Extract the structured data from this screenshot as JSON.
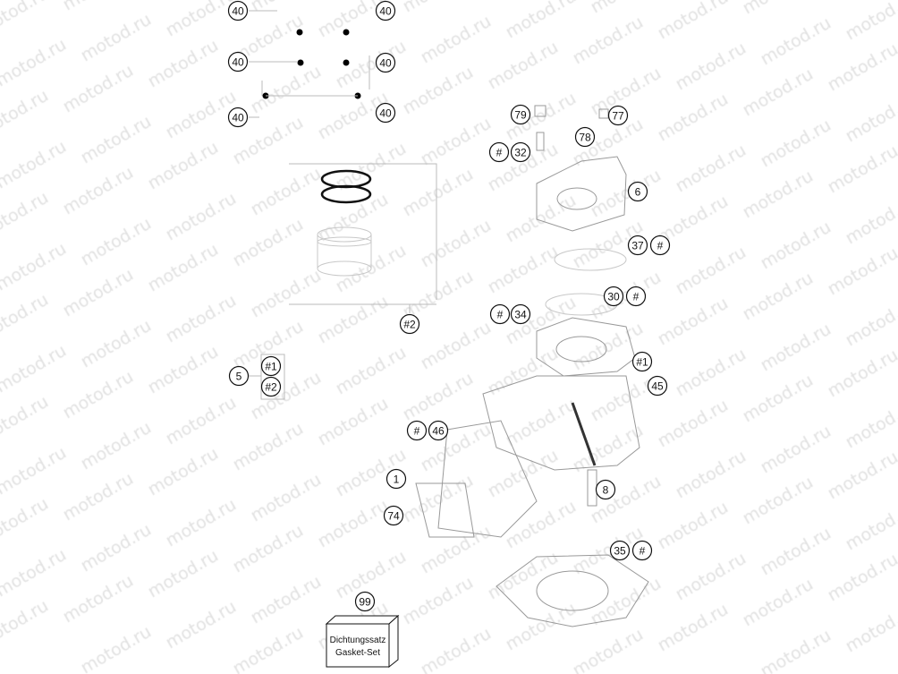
{
  "watermark": "motod.ru",
  "callouts": [
    "40",
    "40",
    "40",
    "40",
    "40",
    "40",
    "79",
    "77",
    "78",
    "#",
    "32",
    "6",
    "37",
    "#",
    "30",
    "#",
    "#",
    "34",
    "#2",
    "#1",
    "45",
    "5",
    "#1",
    "#2",
    "#",
    "46",
    "1",
    "8",
    "74",
    "35",
    "#",
    "99"
  ],
  "gasket_set": {
    "line1": "Dichtungssatz",
    "line2": "Gasket-Set"
  }
}
